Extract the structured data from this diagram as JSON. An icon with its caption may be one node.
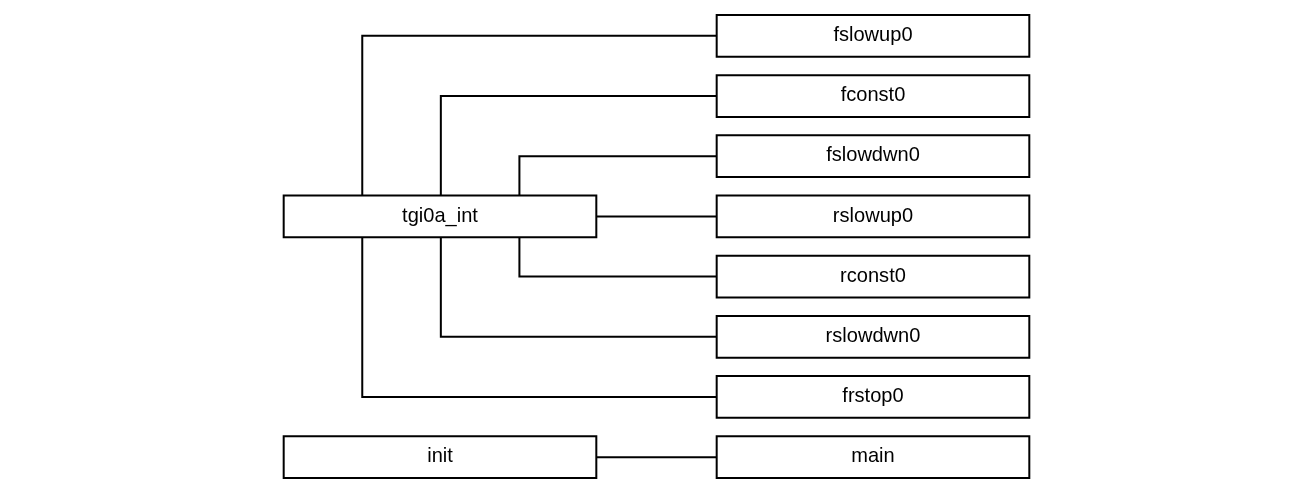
{
  "diagram": {
    "nodes": [
      {
        "text": [
          "init"
        ]
      },
      {
        "text": [
          "main"
        ]
      },
      {
        "text": [
          "tgi0a_int"
        ]
      },
      {
        "text": [
          "fslowup0"
        ]
      },
      {
        "text": [
          "fconst0"
        ]
      },
      {
        "text": [
          "fslowdwn0"
        ]
      },
      {
        "text": [
          "rslowup0"
        ]
      },
      {
        "text": [
          "rconst0"
        ]
      },
      {
        "text": [
          "rslowdwn0"
        ]
      },
      {
        "text": [
          "frstop0"
        ]
      }
    ],
    "edges": [
      {
        "from": 0,
        "to": 1,
        "arrow": "none"
      },
      {
        "from": 2,
        "to": 3,
        "arrow": "none"
      },
      {
        "from": 2,
        "to": 4,
        "arrow": "none"
      },
      {
        "from": 2,
        "to": 5,
        "arrow": "none"
      },
      {
        "from": 2,
        "to": 6,
        "arrow": "none"
      },
      {
        "from": 2,
        "to": 7,
        "arrow": "none"
      },
      {
        "from": 2,
        "to": 8,
        "arrow": "none"
      },
      {
        "from": 2,
        "to": 9,
        "arrow": "none"
      }
    ]
  }
}
